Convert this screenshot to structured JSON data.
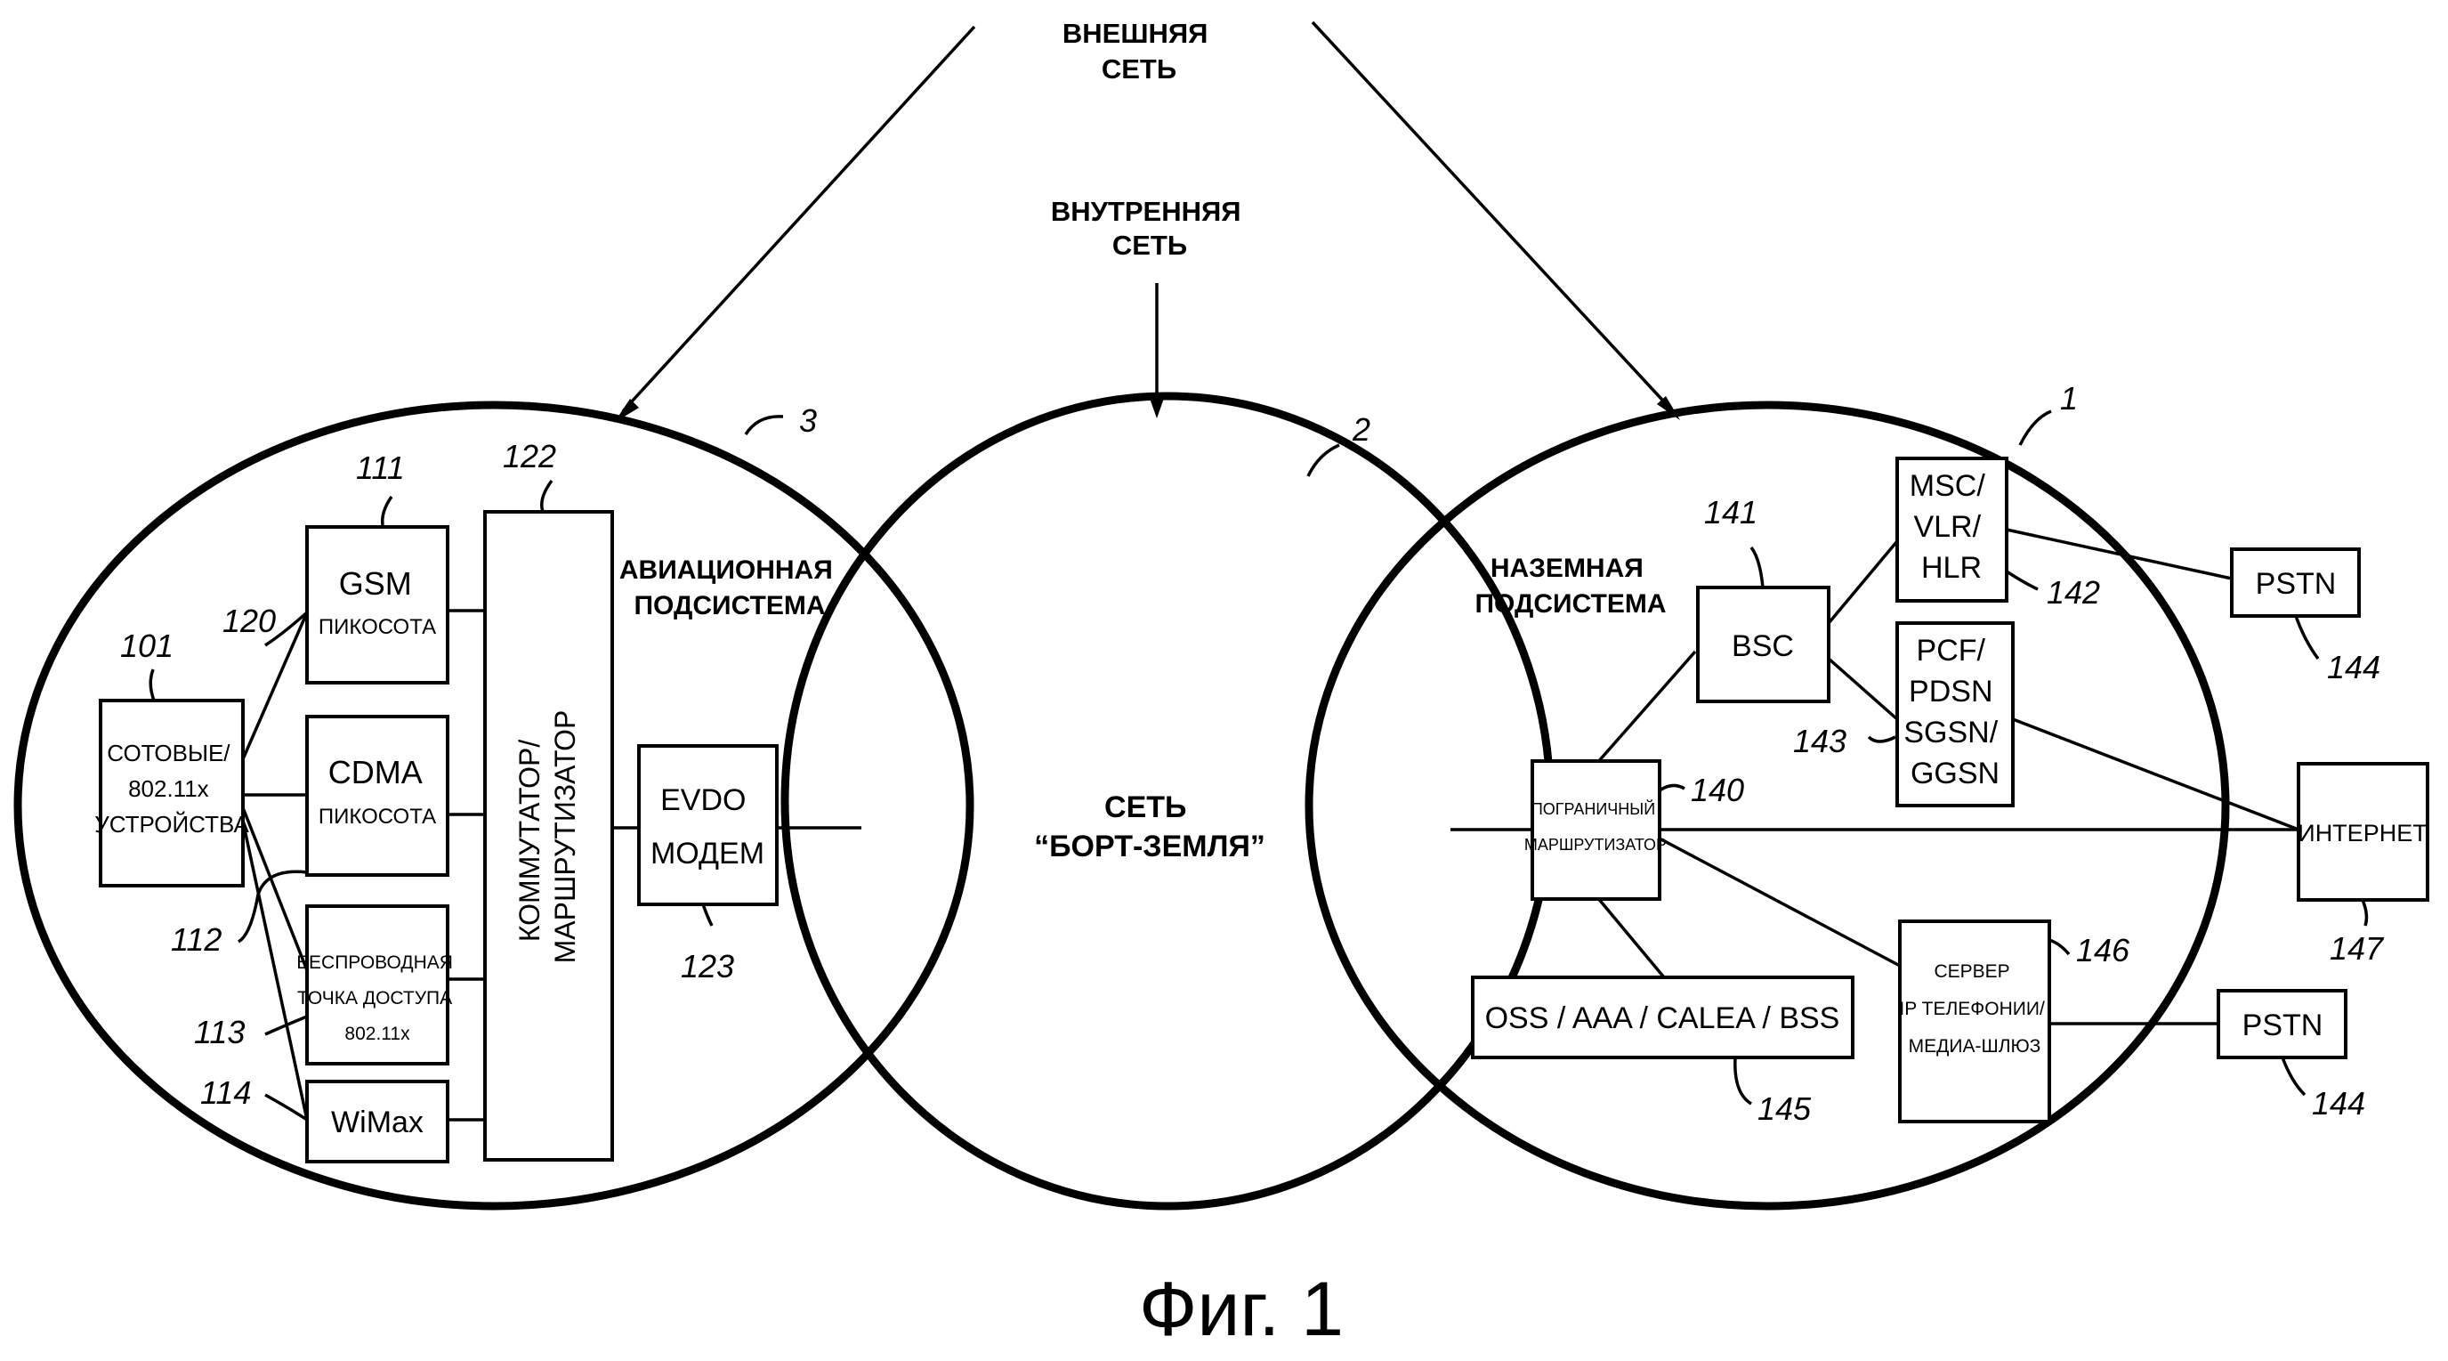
{
  "labels": {
    "external_network": [
      "ВНЕШНЯЯ",
      "СЕТЬ"
    ],
    "internal_network": [
      "ВНУТРЕННЯЯ",
      "СЕТЬ"
    ],
    "aviation_subsystem": [
      "АВИАЦИОННАЯ",
      "ПОДСИСТЕМА"
    ],
    "ground_subsystem": [
      "НАЗЕМНАЯ",
      "ПОДСИСТЕМА"
    ],
    "air_ground_network": [
      "СЕТЬ",
      "“БОРТ-ЗЕМЛЯ”"
    ],
    "figure_caption": "Фиг. 1"
  },
  "boxes": {
    "devices": [
      "СОТОВЫЕ/",
      "802.11x",
      "УСТРОЙСТВА"
    ],
    "gsm": [
      "GSM",
      "ПИКОСОТА"
    ],
    "cdma": [
      "CDMA",
      "ПИКОСОТА"
    ],
    "wap": [
      "БЕСПРОВОДНАЯ",
      "ТОЧКА ДОСТУПА",
      "802.11x"
    ],
    "wimax": "WiMax",
    "switch": [
      "КОММУТАТОР/",
      "МАРШРУТИЗАТОР"
    ],
    "evdo": [
      "EVDO",
      "МОДЕМ"
    ],
    "bsc": "BSC",
    "msc": [
      "MSC/",
      "VLR/",
      "HLR"
    ],
    "pcf": [
      "PCF/",
      "PDSN",
      "SGSN/",
      "GGSN"
    ],
    "pstn_top": "PSTN",
    "pstn_bottom": "PSTN",
    "border_router": [
      "ПОГРАНИЧНЫЙ",
      "МАРШРУТИЗАТОР"
    ],
    "internet": "ИНТЕРНЕТ",
    "oss": "OSS / AAA / CALEA / BSS",
    "ip_server": [
      "СЕРВЕР",
      "IP ТЕЛЕФОНИИ/",
      "МЕДИА-ШЛЮЗ"
    ]
  },
  "refs": {
    "r1": "1",
    "r2": "2",
    "r3": "3",
    "r101": "101",
    "r111": "111",
    "r112": "112",
    "r113": "113",
    "r114": "114",
    "r120": "120",
    "r122": "122",
    "r123": "123",
    "r140": "140",
    "r141": "141",
    "r142": "142",
    "r143": "143",
    "r144a": "144",
    "r144b": "144",
    "r145": "145",
    "r146": "146",
    "r147": "147"
  }
}
